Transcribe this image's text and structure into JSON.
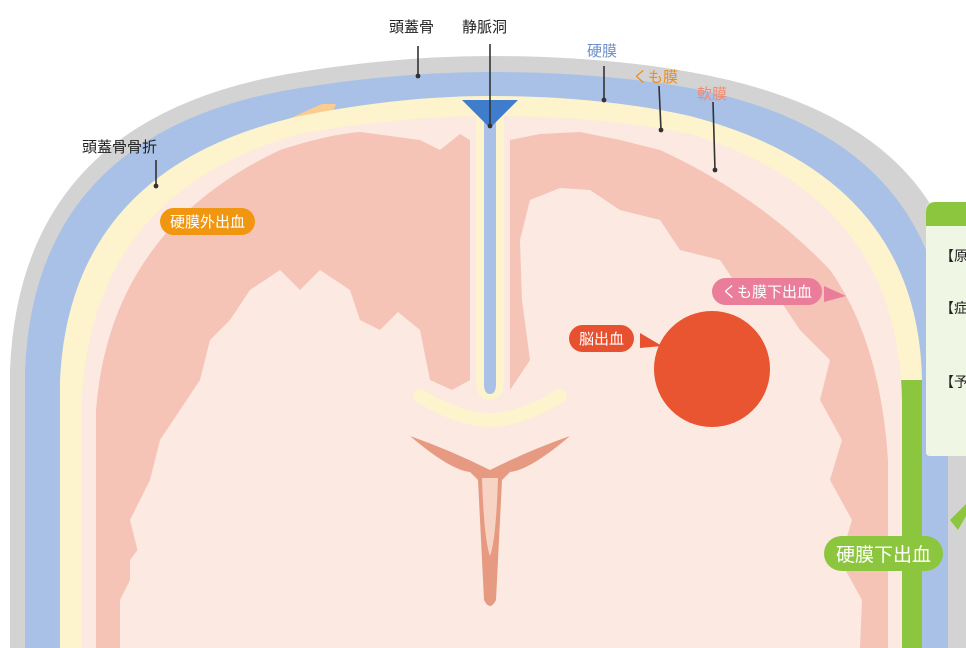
{
  "labels": {
    "skull": "頭蓋骨",
    "sinus": "静脈洞",
    "dura": "硬膜",
    "arachnoid": "くも膜",
    "pia": "軟膜",
    "skull_fracture": "頭蓋骨骨折"
  },
  "callouts": {
    "epidural": "硬膜外出血",
    "subarachnoid": "くも膜下出血",
    "intracerebral": "脳出血",
    "subdural": "硬膜下出血"
  },
  "side_panel": {
    "cause_prefix": "【原",
    "symptom_prefix": "【症",
    "prognosis_prefix": "【予"
  },
  "colors": {
    "skull": "#d3d3d3",
    "dura": "#a9c1e6",
    "arachnoid": "#fdf3cd",
    "pia": "#f2a3b5",
    "brain": "#fbe9e2",
    "gyri": "#f5c4b7",
    "epidural": "#f9cc91",
    "intracerebral": "#e95431",
    "subdural": "#8cc63f",
    "sinus": "#3f7ccc",
    "label_dura": "#6b8fc9",
    "label_arachnoid": "#ef8a1c",
    "label_pia": "#ee8c72",
    "pill_epidural": "#f19611",
    "pill_subarachnoid": "#ea7e9a",
    "pill_intracerebral": "#e85130",
    "pill_subdural": "#8cc63f"
  }
}
